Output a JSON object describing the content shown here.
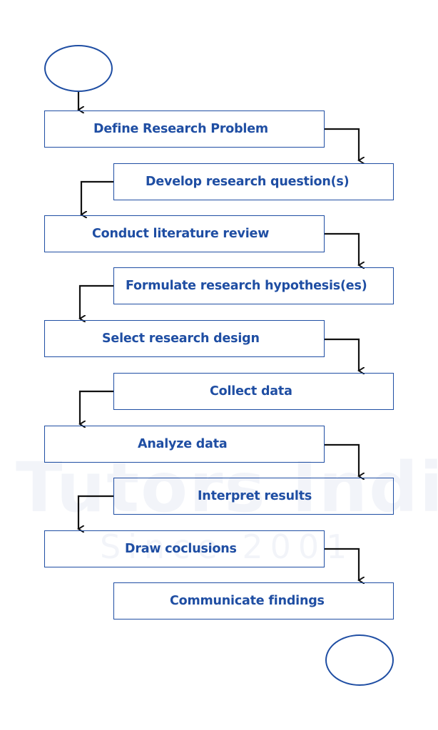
{
  "colors": {
    "box_border": "#1f4ea3",
    "box_text": "#1f4ea3",
    "connector": "#111111",
    "watermark": "#1f3f9a"
  },
  "watermark": {
    "main": "Tutors India",
    "sub": "Since 2001"
  },
  "steps": [
    "Define Research Problem",
    "Develop research question(s)",
    "Conduct literature review",
    "Formulate research hypothesis(es)",
    "Select research design",
    "Collect data",
    "Analyze data",
    "Interpret results",
    "Draw coclusions",
    "Communicate findings"
  ]
}
